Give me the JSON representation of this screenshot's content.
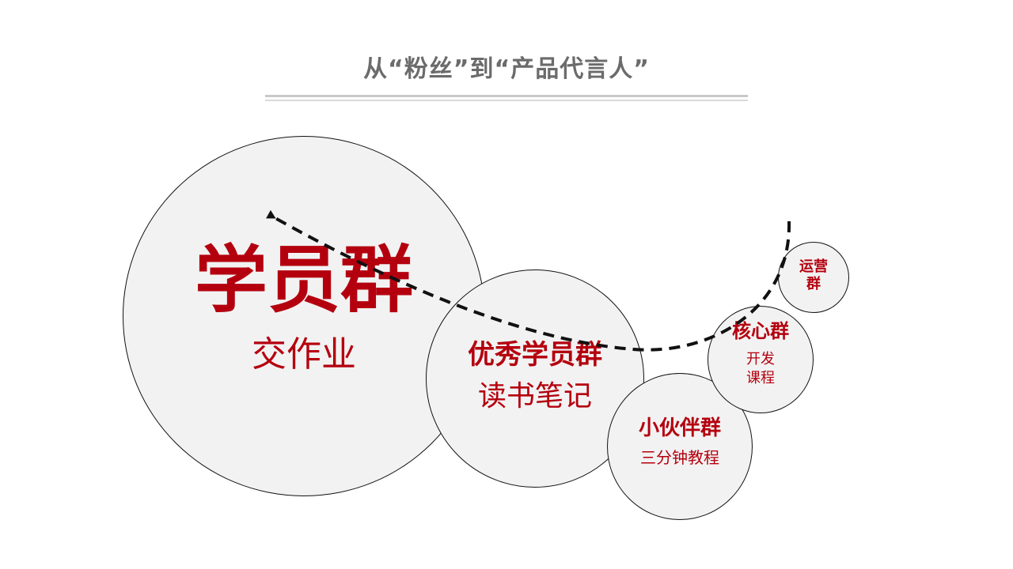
{
  "title": "从“粉丝”到“产品代言人”",
  "colors": {
    "accent": "#b4000e",
    "title": "#6b6b6b",
    "bubble_fill": "#f2f2f2",
    "bubble_stroke": "#111111"
  },
  "groups": [
    {
      "name": "学员群",
      "desc": "交作业"
    },
    {
      "name": "优秀学员群",
      "desc": "读书笔记"
    },
    {
      "name": "小伙伴群",
      "desc": "三分钟教程"
    },
    {
      "name": "核心群",
      "desc_line1": "开发",
      "desc_line2": "课程"
    },
    {
      "name_line1": "运营",
      "name_line2": "群"
    }
  ]
}
